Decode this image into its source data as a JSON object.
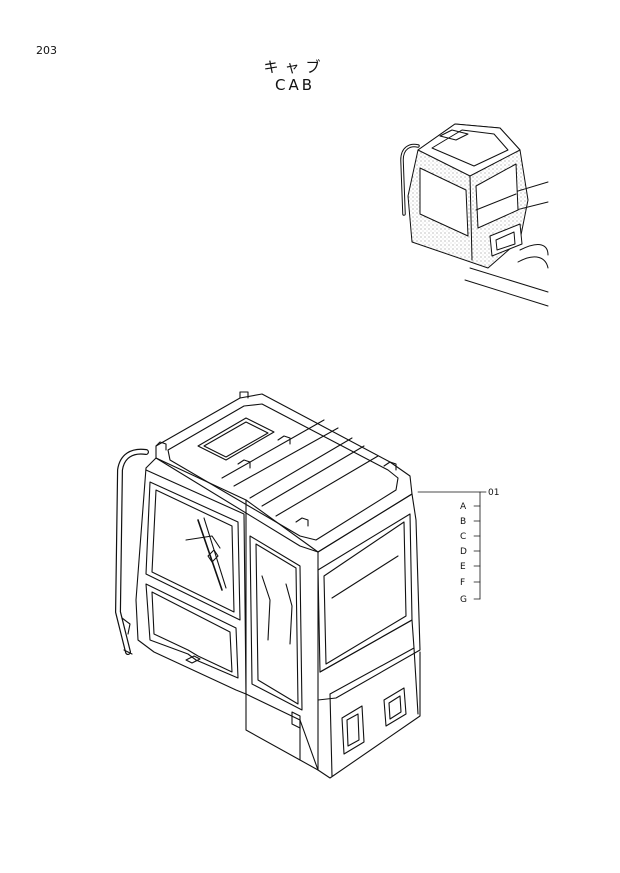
{
  "page": {
    "number": "203",
    "title_jp": "キャブ",
    "title_en": "CAB"
  },
  "callouts": {
    "main_part": "01",
    "sub_parts": [
      "A",
      "B",
      "C",
      "D",
      "E",
      "F",
      "G"
    ]
  }
}
